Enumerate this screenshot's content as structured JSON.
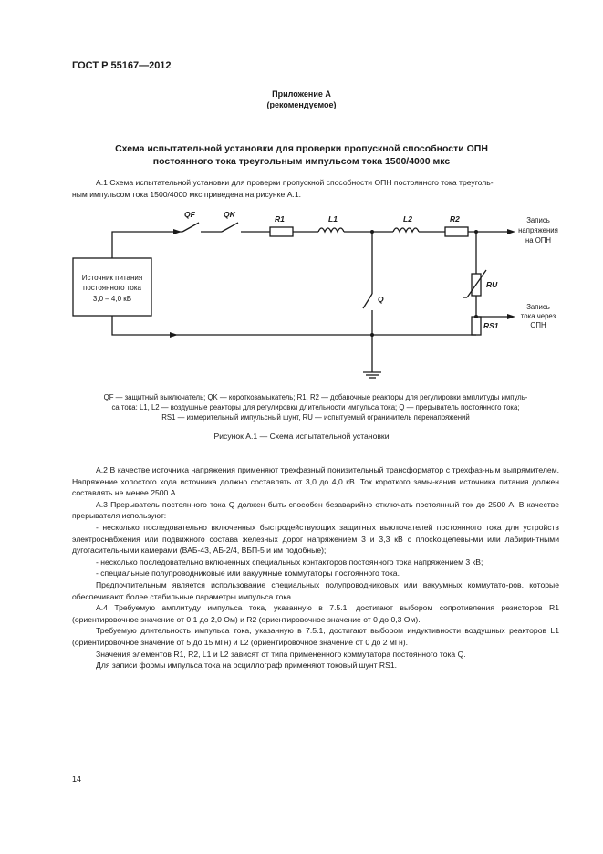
{
  "header": {
    "doc_code": "ГОСТ Р 55167—2012"
  },
  "appendix": {
    "title": "Приложение А",
    "subtitle": "(рекомендуемое)"
  },
  "section_title": {
    "line1": "Схема испытательной установки для проверки пропускной способности ОПН",
    "line2": "постоянного тока треугольным импульсом тока 1500/4000 мкс"
  },
  "intro": {
    "line1": "А.1  Схема испытательной установки для проверки пропускной способности ОПН постоянного тока треуголь-",
    "line2": "ным импульсом тока 1500/4000 мкс приведена на рисунке А.1."
  },
  "diagram": {
    "qf": "QF",
    "qk": "QK",
    "r1": "R1",
    "l1": "L1",
    "l2": "L2",
    "r2": "R2",
    "q": "Q",
    "ru": "RU",
    "rs1": "RS1",
    "source_line1": "Источник питания",
    "source_line2": "постоянного тока",
    "source_line3": "3,0 – 4,0 кВ",
    "voltage_line1": "Запись",
    "voltage_line2": "напряжения",
    "voltage_line3": "на ОПН",
    "current_line1": "Запись",
    "current_line2": "тока через",
    "current_line3": "ОПН"
  },
  "legend": {
    "line1": "QF — защитный выключатель; QK — короткозамыкатель; R1, R2 — добавочные реакторы для регулировки амплитуды импуль-",
    "line2": "са тока: L1, L2 — воздушные реакторы для регулировки длительности импульса тока; Q — прерыватель постоянного тока;",
    "line3": "RS1 — измерительный импульсный шунт, RU — испытуемый ограничитель перенапряжений"
  },
  "figure_caption": "Рисунок А.1 — Схема испытательной установки",
  "body": {
    "p1": "А.2  В качестве источника напряжения применяют трехфазный понизительный трансформатор с трехфаз-ным выпрямителем. Напряжение холостого хода источника должно составлять от 3,0 до 4,0 кВ. Ток короткого замы-кания источника питания должен составлять не менее 2500 А.",
    "p2": "А.3  Прерыватель постоянного тока Q должен быть способен безаварийно отключать постоянный ток до 2500 А. В качестве прерывателя используют:",
    "p3": "- несколько последовательно включенных быстродействующих защитных выключателей постоянного тока для устройств электроснабжения или подвижного состава железных дорог напряжением 3 и 3,3 кВ с плосkoщелевы-ми или лабиринтными дугогасительными камерами (ВАБ-43, АБ-2/4, ВБП-5 и им подобные);",
    "p4": "- несколько последовательно включенных специальных контакторов постоянного тока напряжением 3 кВ;",
    "p5": "- специальные полупроводниковые или вакуумные коммутаторы постоянного тока.",
    "p6": "Предпочтительным является использование специальных полупроводниковых или вакуумных коммутато-ров, которые обеспечивают более стабильные параметры импульса тока.",
    "p7": "А.4  Требуемую амплитуду импульса тока, указанную в 7.5.1, достигают выбором сопротивления резисторов R1 (ориентировочное значение от 0,1 до 2,0 Ом) и R2 (ориентировочное значение от 0 до 0,3 Ом).",
    "p8": "Требуемую длительность импульса тока, указанную в 7.5.1, достигают выбором индуктивности воздушных реакторов L1 (ориентировочное значение от 5 до 15 мГн) и L2 (ориентировочное значение от 0 до 2 мГн).",
    "p9": "Значения элементов R1, R2, L1 и L2 зависят от типа примененного коммутатора постоянного тока Q.",
    "p10": "Для записи формы импульса тока на осциллограф применяют токовый шунт RS1."
  },
  "page_number": "14"
}
